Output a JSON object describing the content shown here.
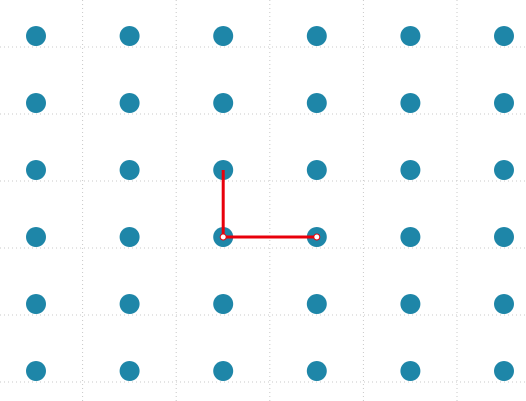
{
  "board": {
    "cols": 6,
    "rows": 6,
    "dot_color": "#1e86a8",
    "grid_color": "#c8c8c8",
    "path_color": "#e8000b",
    "path": [
      {
        "col": 2,
        "row": 2
      },
      {
        "col": 2,
        "row": 3
      },
      {
        "col": 3,
        "row": 3
      }
    ],
    "path_endpoints": [
      {
        "col": 2,
        "row": 3
      },
      {
        "col": 3,
        "row": 3
      }
    ]
  }
}
